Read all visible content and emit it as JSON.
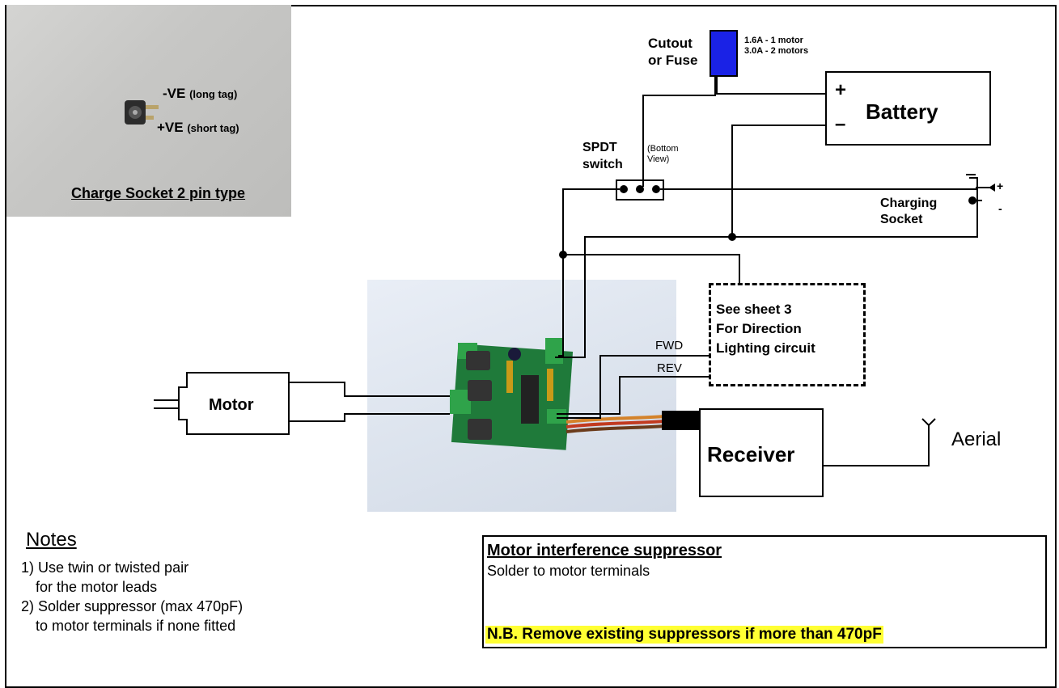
{
  "inset": {
    "neg_label_main": "-VE",
    "neg_label_sub": "(long tag)",
    "pos_label_main": "+VE",
    "pos_label_sub": "(short tag)",
    "caption": "Charge Socket 2 pin type"
  },
  "fuse": {
    "label_line1": "Cutout",
    "label_line2": "or Fuse",
    "rating_line1": "1.6A - 1 motor",
    "rating_line2": "3.0A - 2 motors",
    "color": "#1a22e6"
  },
  "battery": {
    "label": "Battery",
    "plus": "+",
    "minus": "–"
  },
  "switch": {
    "label_line1": "SPDT",
    "label_line2": "switch",
    "view_line1": "(Bottom",
    "view_line2": "View)"
  },
  "charging_socket": {
    "label_line1": "Charging",
    "label_line2": "Socket",
    "plus": "+",
    "minus": "-"
  },
  "lighting": {
    "line1": "See sheet 3",
    "line2": "For Direction",
    "line3": "Lighting circuit",
    "fwd": "FWD",
    "rev": "REV"
  },
  "motor": {
    "label": "Motor"
  },
  "receiver": {
    "label": "Receiver"
  },
  "aerial": {
    "label": "Aerial"
  },
  "notes": {
    "title": "Notes",
    "items": [
      "1) Use twin or twisted pair",
      "for the motor leads",
      "2) Solder suppressor (max 470pF)",
      "to motor terminals if none fitted"
    ]
  },
  "suppressor": {
    "title": "Motor interference suppressor",
    "subtitle": "Solder to motor terminals",
    "warning": "N.B. Remove existing suppressors if more than 470pF",
    "highlight_color": "#ffff33"
  }
}
